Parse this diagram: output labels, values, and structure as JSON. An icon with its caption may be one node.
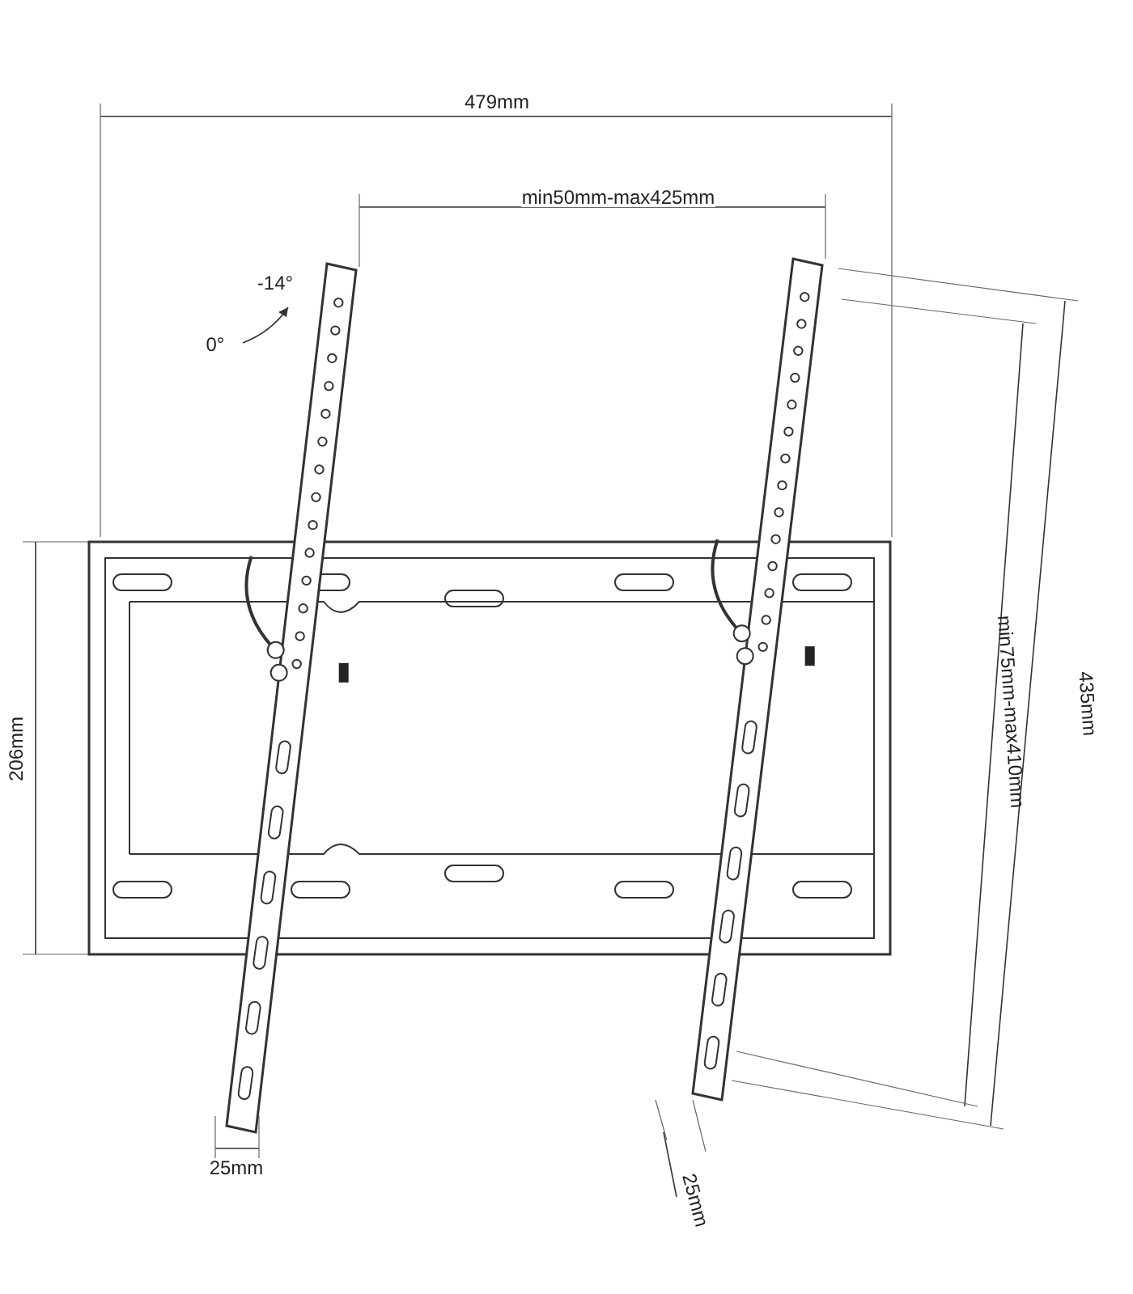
{
  "diagram": {
    "labels": [
      "479mm",
      "min50mm-max425mm",
      "-14°",
      "0°",
      "206mm",
      "435mm",
      "min75mm-max410mm",
      "25mm",
      "25mm"
    ]
  }
}
